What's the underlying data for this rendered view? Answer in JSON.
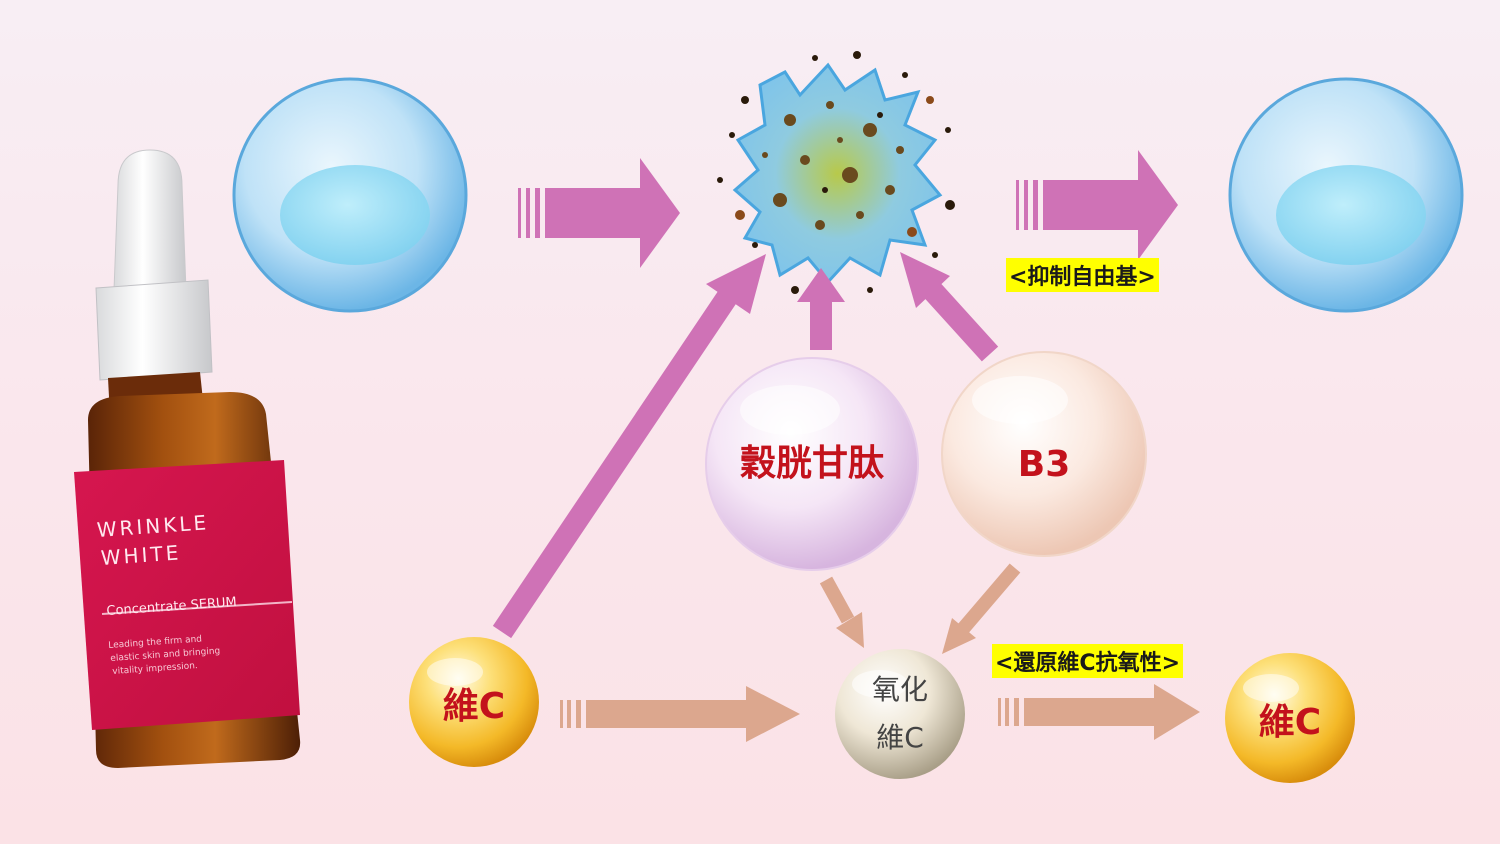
{
  "colors": {
    "arrow_purple": "#cf72b6",
    "arrow_peach": "#dca78e",
    "text_red": "#c3121c",
    "highlight_yellow": "#ffff00",
    "cell_blue": "#8ed2f3"
  },
  "product": {
    "brand_line1": "WRINKLE",
    "brand_line2": "WHITE",
    "product_line": "Concentrate SERUM",
    "desc_line1": "Leading the firm and",
    "desc_line2": "elastic skin and bringing",
    "desc_line3": "vitality impression."
  },
  "nodes": {
    "peptide": "穀胱甘肽",
    "b3": "B3",
    "vitc_left": "維C",
    "oxidized_line1": "氧化",
    "oxidized_line2": "維C",
    "vitc_right": "維C"
  },
  "labels": {
    "inhibit": "<抑制自由基>",
    "restore": "<還原維C抗氧性>"
  },
  "icons": {
    "healthy_cell_left": "healthy-cell-icon",
    "damaged_cell": "free-radical-damaged-cell-icon",
    "healthy_cell_right": "healthy-cell-icon"
  }
}
